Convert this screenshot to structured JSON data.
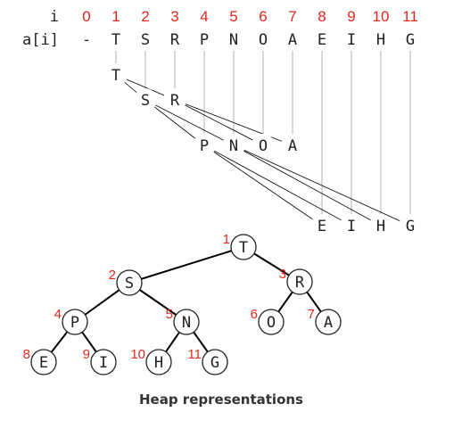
{
  "header": {
    "index_label": "i",
    "array_label": "a[i]",
    "indices": [
      "0",
      "1",
      "2",
      "3",
      "4",
      "5",
      "6",
      "7",
      "8",
      "9",
      "10",
      "11"
    ],
    "values": [
      "-",
      "T",
      "S",
      "R",
      "P",
      "N",
      "O",
      "A",
      "E",
      "I",
      "H",
      "G"
    ]
  },
  "caption": "Heap representations",
  "colors": {
    "index": "#e0281f",
    "line": "#b0b0b0",
    "edge": "#000000",
    "node_stroke": "#222222"
  },
  "tree_nodes": [
    {
      "index": "1",
      "key": "T"
    },
    {
      "index": "2",
      "key": "S"
    },
    {
      "index": "3",
      "key": "R"
    },
    {
      "index": "4",
      "key": "P"
    },
    {
      "index": "5",
      "key": "N"
    },
    {
      "index": "6",
      "key": "O"
    },
    {
      "index": "7",
      "key": "A"
    },
    {
      "index": "8",
      "key": "E"
    },
    {
      "index": "9",
      "key": "I"
    },
    {
      "index": "10",
      "key": "H"
    },
    {
      "index": "11",
      "key": "G"
    }
  ]
}
